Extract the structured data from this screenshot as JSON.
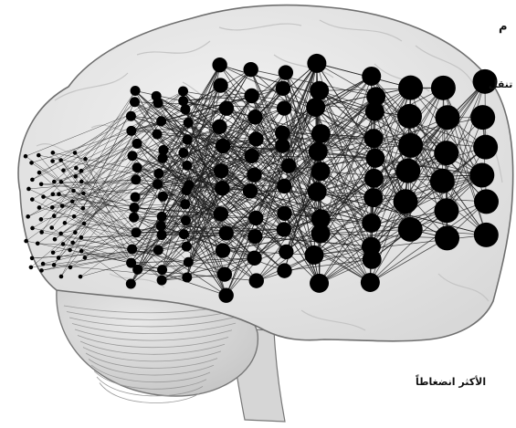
{
  "texts": {
    "fragment_top": "م",
    "fragment_middle": "تنقل",
    "fragment_bottom": "الأكثر انضغاطاً"
  },
  "palette": {
    "brain_fill": "#ededed",
    "brain_outline": "#6f6f6f",
    "cerebellum_fill": "#dcdcdc",
    "node_color": "#000000",
    "edge_color": "#1a1a1a"
  }
}
